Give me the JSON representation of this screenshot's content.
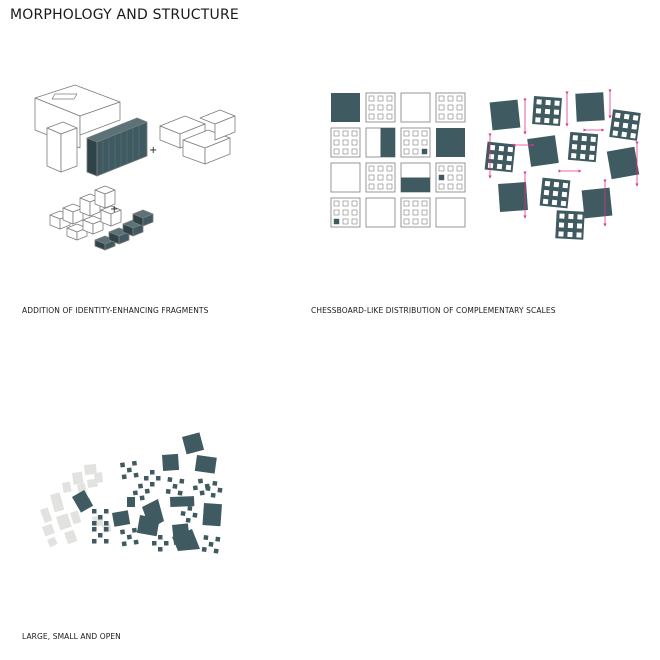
{
  "title": "MORPHOLOGY AND STRUCTURE",
  "panels": {
    "fragments": {
      "caption": "ADDITION OF IDENTITY-ENHANCING FRAGMENTS",
      "plus": "+"
    },
    "chessboard": {
      "caption": "CHESSBOARD-LIKE DISTRIBUTION OF COMPLEMENTARY SCALES"
    },
    "open": {
      "caption": "LARGE, SMALL AND OPEN"
    }
  },
  "colors": {
    "dark": "#3f5a60",
    "outline": "#7d7d7d",
    "light": "#e2e2e0",
    "arrow": "#e0348c"
  },
  "chess_grid": [
    [
      "solid",
      "holes",
      "empty",
      "holes"
    ],
    [
      "holes",
      "half-v",
      "holes",
      "solid"
    ],
    [
      "empty",
      "holes",
      "half-h",
      "holes"
    ],
    [
      "holes",
      "empty",
      "holes",
      "empty"
    ]
  ]
}
